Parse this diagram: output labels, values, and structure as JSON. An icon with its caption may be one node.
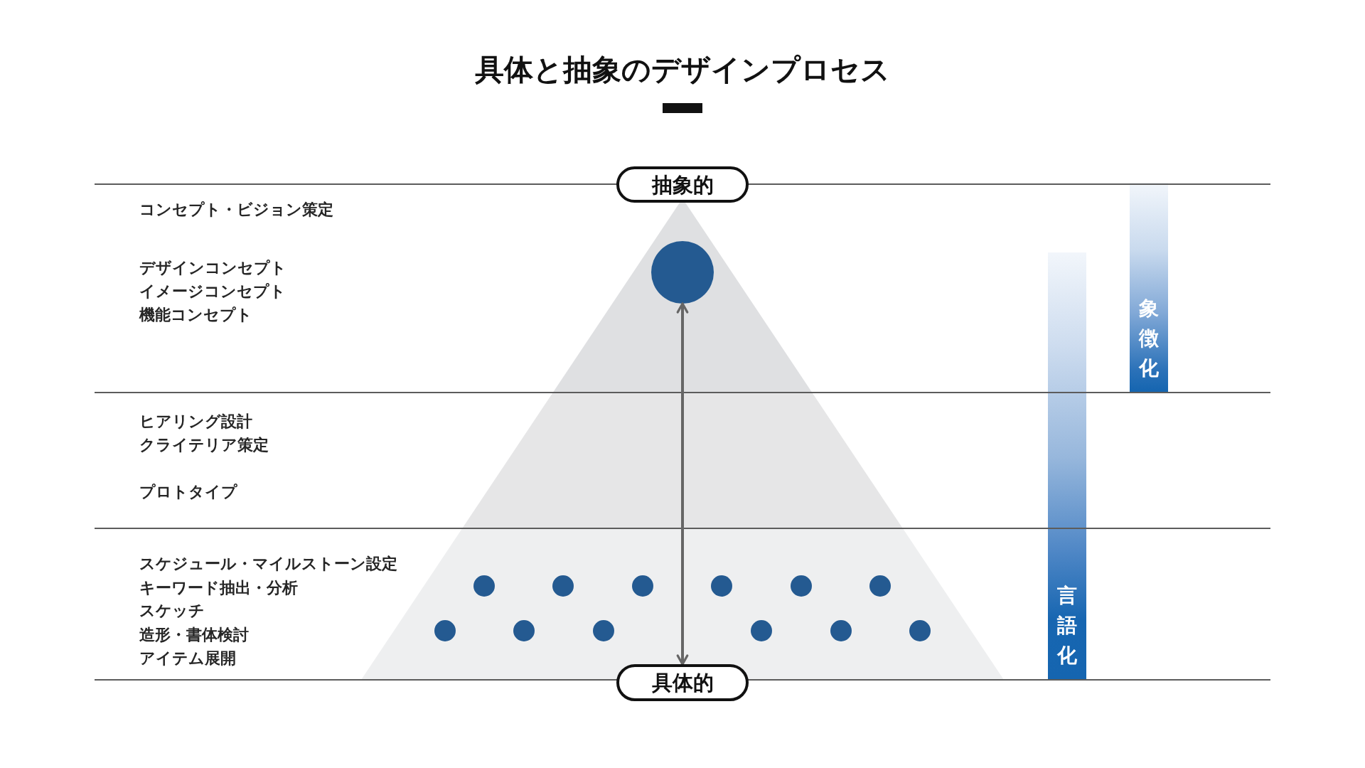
{
  "diagram": {
    "title": "具体と抽象のデザインプロセス",
    "nodes": [
      {
        "text": [
          "抽象的"
        ]
      },
      {
        "text": [],
        "shape": "circle"
      },
      {
        "text": [],
        "shape": "circle"
      },
      {
        "text": [],
        "shape": "circle"
      },
      {
        "text": [],
        "shape": "circle"
      },
      {
        "text": [],
        "shape": "circle"
      },
      {
        "text": [],
        "shape": "circle"
      },
      {
        "text": [],
        "shape": "circle"
      },
      {
        "text": [],
        "shape": "circle"
      },
      {
        "text": [],
        "shape": "circle"
      },
      {
        "text": [],
        "shape": "circle"
      },
      {
        "text": [],
        "shape": "circle"
      },
      {
        "text": [],
        "shape": "circle"
      },
      {
        "text": [],
        "shape": "circle"
      },
      {
        "text": [
          "具体的"
        ]
      },
      {
        "text": [
          "言語化"
        ]
      },
      {
        "text": [
          "象徴化"
        ]
      }
    ],
    "edges": [
      {
        "from": 1,
        "to": 14,
        "arrow": "both"
      }
    ],
    "labels": [
      "コンセプト・ビジョン策定",
      "デザインコンセプト",
      "イメージコンセプト",
      "機能コンセプト",
      "ヒアリング設計",
      "クライテリア策定",
      "プロトタイプ",
      "スケジュール・マイルストーン設定",
      "キーワード抽出・分析",
      "スケッチ",
      "造形・書体検討",
      "アイテム展開"
    ]
  }
}
